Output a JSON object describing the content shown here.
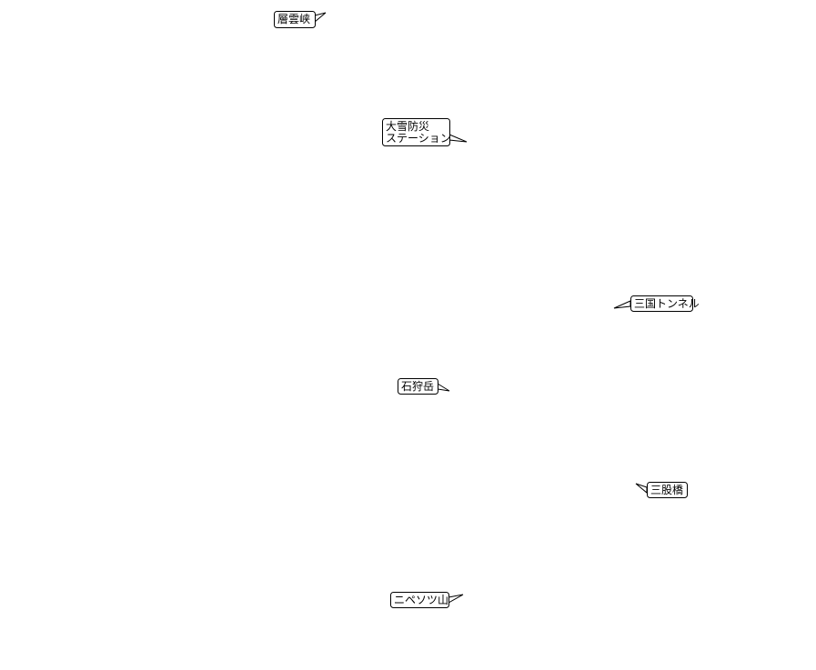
{
  "map": {
    "background_color": "#ffffff",
    "ink_color": "#000000",
    "labels": [
      {
        "id": "sounkyo",
        "lines": [
          "層雲峡"
        ]
      },
      {
        "id": "taisetsu-station",
        "lines": [
          "大雪防災",
          "ステーション"
        ]
      },
      {
        "id": "mikuni-tunnel",
        "lines": [
          "三国トンネル"
        ]
      },
      {
        "id": "ishikaridake",
        "lines": [
          "石狩岳"
        ]
      },
      {
        "id": "mitsumata-bridge",
        "lines": [
          "三股橋"
        ]
      },
      {
        "id": "nipesotsu-yama",
        "lines": [
          "ニペソツ山"
        ]
      }
    ]
  }
}
